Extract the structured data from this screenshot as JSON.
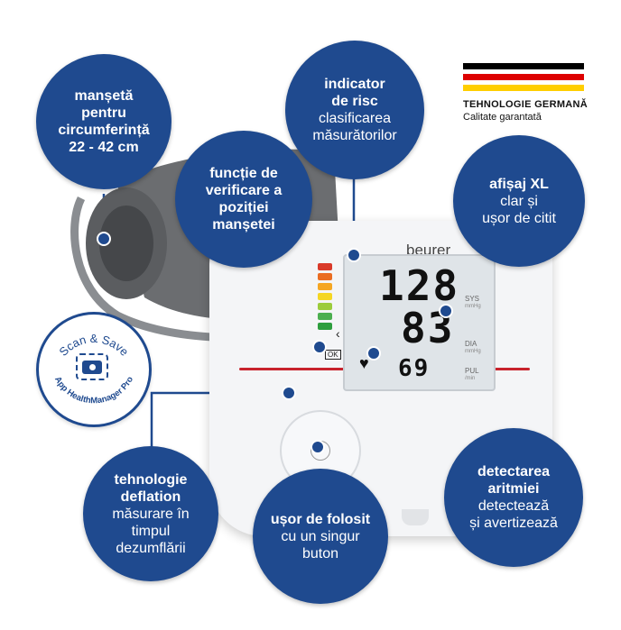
{
  "brand": {
    "logo": "beurer",
    "badge_line1": "TEHNOLOGIE GERMANĂ",
    "badge_line2": "Calitate garantată",
    "flag_colors": [
      "#000000",
      "#dd0000",
      "#ffce00"
    ]
  },
  "display": {
    "sys_value": "128",
    "dia_value": "83",
    "pul_value": "69",
    "sys_label": "SYS",
    "sys_unit": "mmHg",
    "dia_label": "DIA",
    "dia_unit": "mmHg",
    "pul_label": "PUL",
    "pul_unit": "/min",
    "ok_label": "OK"
  },
  "scan": {
    "top_text": "Scan & Save",
    "bottom_text": "App HealthManager Pro"
  },
  "features": [
    {
      "title": "manșetă\npentru\ncircumferință\n22 - 42 cm",
      "sub": ""
    },
    {
      "title": "indicator\nde risc",
      "sub": "clasificarea\nmăsurătorilor"
    },
    {
      "title": "funcție de\nverificare a\npoziției\nmanșetei",
      "sub": ""
    },
    {
      "title": "afișaj XL",
      "sub": "clar și\nușor de citit"
    },
    {
      "title": "tehnologie\ndeflation",
      "sub": "măsurare în\ntimpul\ndezumflării"
    },
    {
      "title": "ușor de folosit",
      "sub": "cu un singur\nbuton"
    },
    {
      "title": "detectarea\naritmiei",
      "sub": "detectează\nși avertizează"
    }
  ],
  "colors": {
    "bubble": "#1f4a8f",
    "device": "#f4f5f7",
    "cuff": "#6b6d70"
  }
}
